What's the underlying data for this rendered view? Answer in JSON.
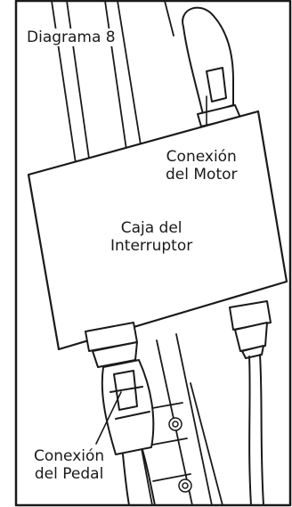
{
  "figure": {
    "title": "Diagrama 8",
    "switch_box": {
      "line1": "Caja del",
      "line2": "Interruptor"
    },
    "motor_connection": {
      "line1": "Conexión",
      "line2": "del Motor"
    },
    "pedal_connection": {
      "line1": "Conexión",
      "line2": "del Pedal"
    }
  },
  "colors": {
    "line": "#1a1a1a",
    "fill": "#ffffff",
    "text": "#1a1a1a"
  }
}
